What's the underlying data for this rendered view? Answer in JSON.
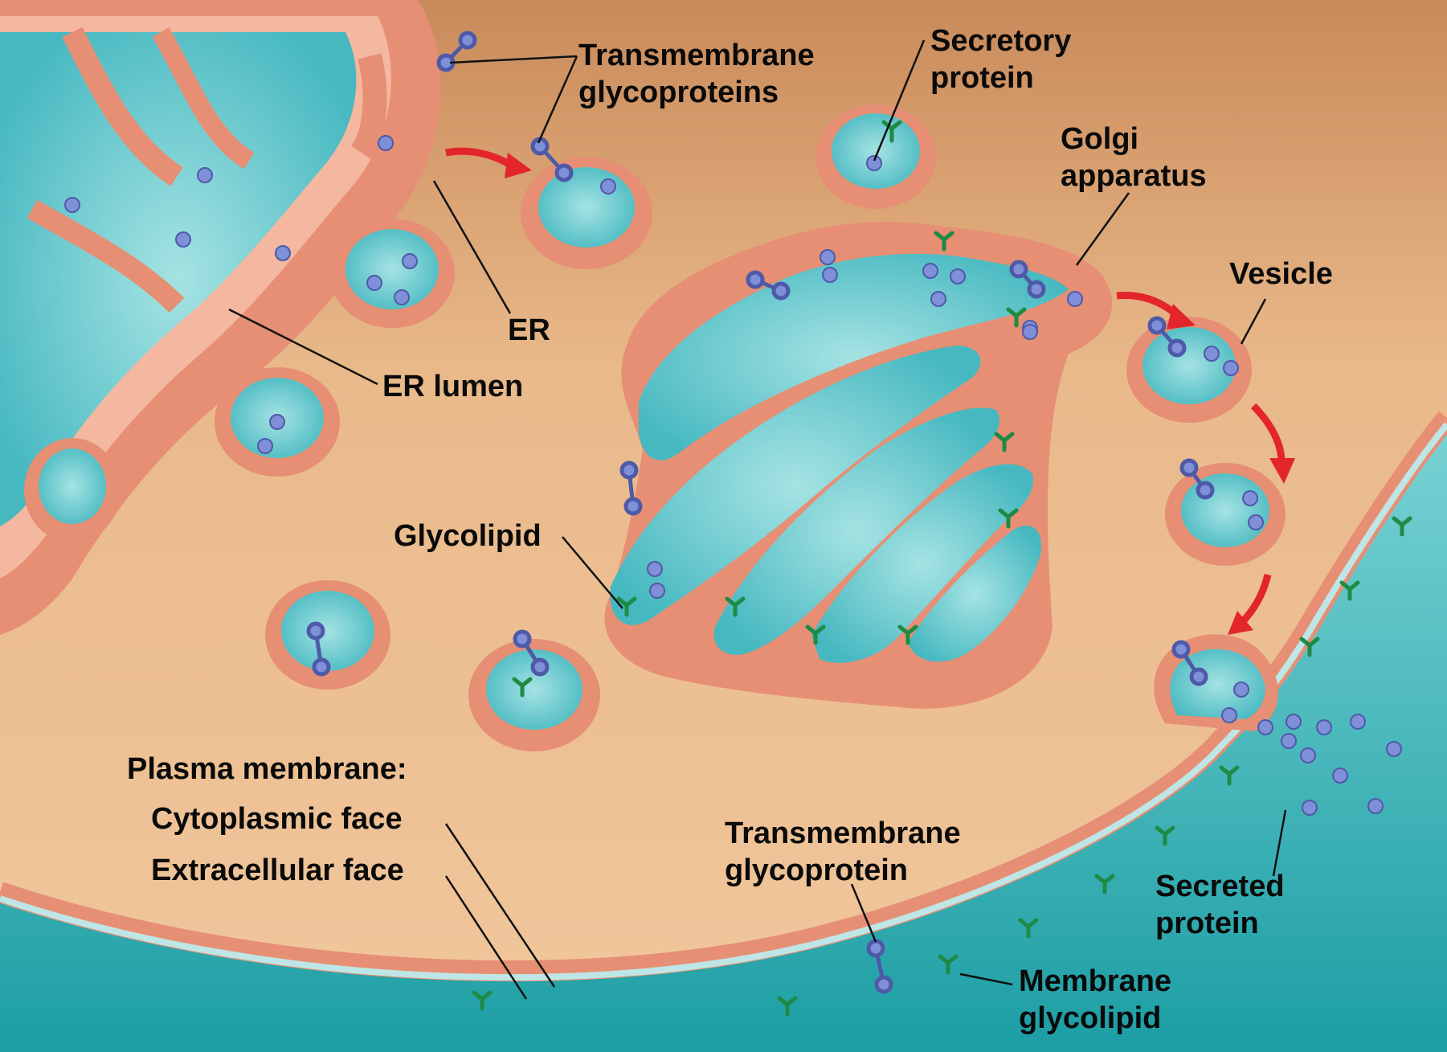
{
  "labels": {
    "transmembrane_glycoproteins": [
      "Transmembrane",
      "glycoproteins"
    ],
    "secretory_protein": [
      "Secretory",
      "protein"
    ],
    "golgi_apparatus": [
      "Golgi",
      "apparatus"
    ],
    "vesicle": "Vesicle",
    "er": "ER",
    "er_lumen": "ER lumen",
    "glycolipid": "Glycolipid",
    "plasma_membrane": "Plasma membrane:",
    "cytoplasmic_face": "Cytoplasmic face",
    "extracellular_face": "Extracellular face",
    "transmembrane_glycoprotein": [
      "Transmembrane",
      "glycoprotein"
    ],
    "secreted_protein": [
      "Secreted",
      "protein"
    ],
    "membrane_glycolipid": [
      "Membrane",
      "glycolipid"
    ]
  },
  "colors": {
    "cytoplasm": "#e9b98a",
    "cytoplasm_dark": "#c98a5a",
    "membrane": "#e68f74",
    "membrane_inner": "#f4b79f",
    "lumen": "#5ec4cc",
    "lumen_light": "#9fe0e2",
    "extracellular": "#2fb1b6",
    "protein": "#7f8fd8",
    "glycan": "#1f8a46",
    "arrow": "#e3262b"
  }
}
